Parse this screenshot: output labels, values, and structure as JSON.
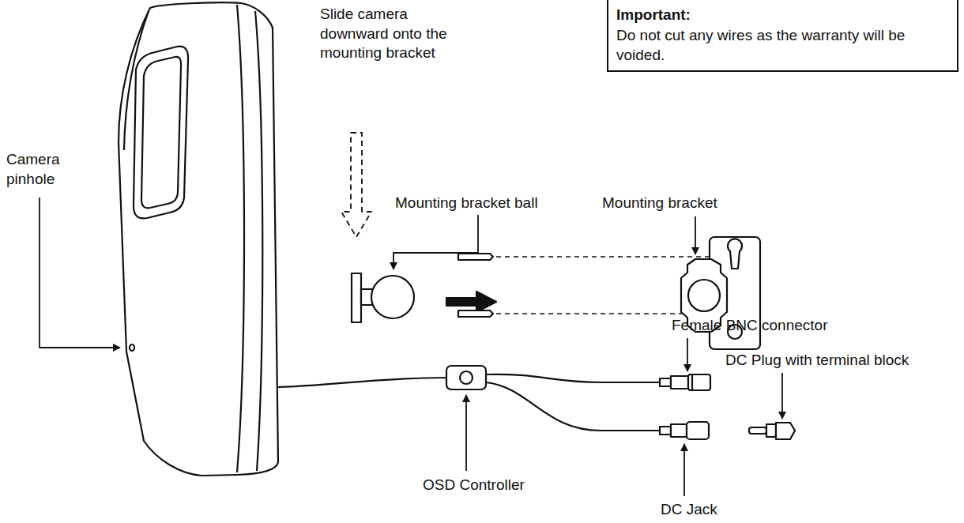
{
  "diagram": {
    "nodes": [
      {
        "text": [
          "Important:",
          "Do not cut any wires as the warranty will be voided."
        ]
      }
    ],
    "labels": [
      "Slide camera downward onto the mounting bracket",
      "Camera pinhole",
      "Mounting bracket ball",
      "Mounting bracket",
      "Female BNC connector",
      "DC Plug with terminal block",
      "OSD Controller",
      "DC Jack"
    ]
  }
}
